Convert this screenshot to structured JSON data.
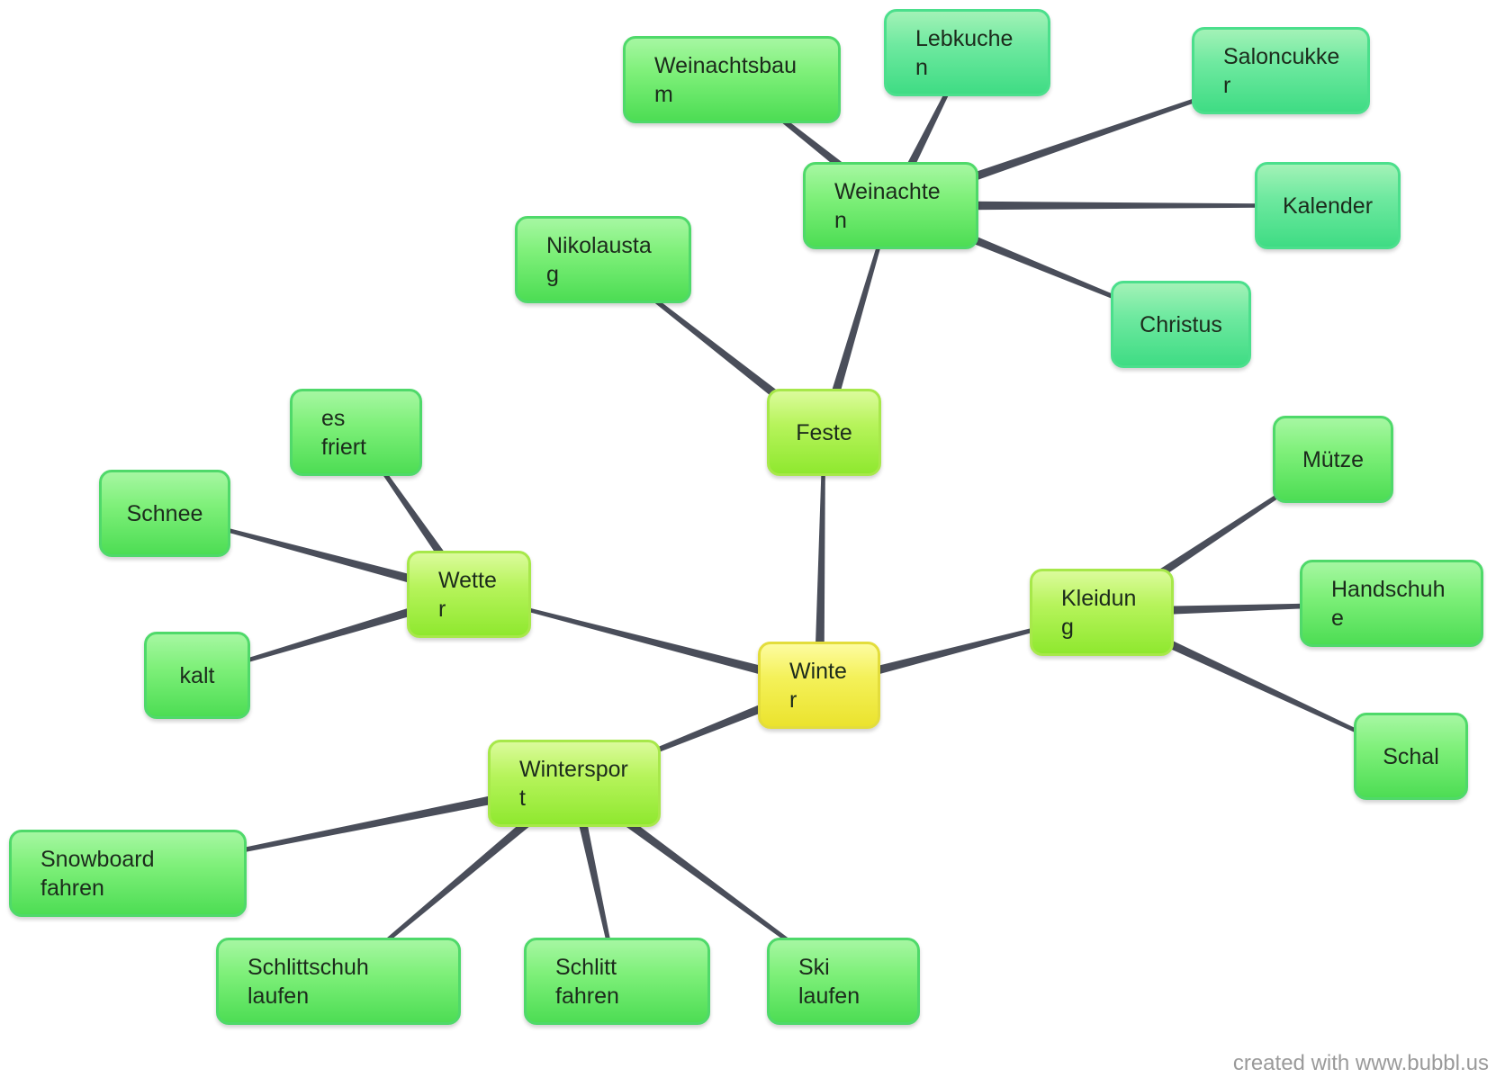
{
  "theme": {
    "edge_color": "#4a4e5a",
    "root_fill": [
      "#fdfca0",
      "#f4f15a",
      "#ebe32e"
    ],
    "root_border": "#e3dd3c",
    "branch_fill": [
      "#dcfb9c",
      "#b7f45c",
      "#8fe82f"
    ],
    "branch_border": "#a7e84a",
    "leaf_fill": [
      "#a6f7a2",
      "#7ff07a",
      "#4ddd54"
    ],
    "leaf_border": "#4fd96a",
    "teal_leaf_fill": [
      "#a3f2b7",
      "#6fe9a0",
      "#3fdc84"
    ],
    "teal_leaf_border": "#4bdf8c"
  },
  "nodes": [
    {
      "id": "winter",
      "kind": "root",
      "lines": [
        "Winte",
        "r"
      ]
    },
    {
      "id": "feste",
      "kind": "branch",
      "lines": [
        "Feste"
      ]
    },
    {
      "id": "wetter",
      "kind": "branch",
      "lines": [
        "Wette",
        "r"
      ]
    },
    {
      "id": "kleidung",
      "kind": "branch",
      "lines": [
        "Kleidun",
        "g"
      ]
    },
    {
      "id": "wintersport",
      "kind": "branch",
      "lines": [
        "Winterspor",
        "t"
      ]
    },
    {
      "id": "weinachten",
      "kind": "leaf",
      "lines": [
        "Weinachte",
        "n"
      ]
    },
    {
      "id": "nikolaustag",
      "kind": "leaf",
      "lines": [
        "Nikolausta",
        "g"
      ]
    },
    {
      "id": "weinachtsbaum",
      "kind": "leaf",
      "lines": [
        "Weinachtsbau",
        "m"
      ]
    },
    {
      "id": "lebkuchen",
      "kind": "teal",
      "lines": [
        "Lebkuche",
        "n"
      ]
    },
    {
      "id": "saloncukker",
      "kind": "teal",
      "lines": [
        "Saloncukke",
        "r"
      ]
    },
    {
      "id": "kalender",
      "kind": "teal",
      "lines": [
        "Kalender"
      ]
    },
    {
      "id": "christus",
      "kind": "teal",
      "lines": [
        "Christus"
      ]
    },
    {
      "id": "esfriert",
      "kind": "leaf",
      "lines": [
        "es",
        "friert"
      ]
    },
    {
      "id": "schnee",
      "kind": "leaf",
      "lines": [
        "Schnee"
      ]
    },
    {
      "id": "kalt",
      "kind": "leaf",
      "lines": [
        "kalt"
      ]
    },
    {
      "id": "muetze",
      "kind": "leaf",
      "lines": [
        "Mütze"
      ]
    },
    {
      "id": "handschuhe",
      "kind": "leaf",
      "lines": [
        "Handschuh",
        "e"
      ]
    },
    {
      "id": "schal",
      "kind": "leaf",
      "lines": [
        "Schal"
      ]
    },
    {
      "id": "snowboard",
      "kind": "leaf",
      "lines": [
        "Snowboard",
        "fahren"
      ]
    },
    {
      "id": "schlittschuh",
      "kind": "leaf",
      "lines": [
        "Schlittschuh",
        "laufen"
      ]
    },
    {
      "id": "schlitt",
      "kind": "leaf",
      "lines": [
        "Schlitt",
        "fahren"
      ]
    },
    {
      "id": "ski",
      "kind": "leaf",
      "lines": [
        "Ski",
        "laufen"
      ]
    }
  ],
  "edges": [
    [
      "winter",
      "feste"
    ],
    [
      "winter",
      "wetter"
    ],
    [
      "winter",
      "kleidung"
    ],
    [
      "winter",
      "wintersport"
    ],
    [
      "feste",
      "weinachten"
    ],
    [
      "feste",
      "nikolaustag"
    ],
    [
      "weinachten",
      "weinachtsbaum"
    ],
    [
      "weinachten",
      "lebkuchen"
    ],
    [
      "weinachten",
      "saloncukker"
    ],
    [
      "weinachten",
      "kalender"
    ],
    [
      "weinachten",
      "christus"
    ],
    [
      "wetter",
      "esfriert"
    ],
    [
      "wetter",
      "schnee"
    ],
    [
      "wetter",
      "kalt"
    ],
    [
      "kleidung",
      "muetze"
    ],
    [
      "kleidung",
      "handschuhe"
    ],
    [
      "kleidung",
      "schal"
    ],
    [
      "wintersport",
      "snowboard"
    ],
    [
      "wintersport",
      "schlittschuh"
    ],
    [
      "wintersport",
      "schlitt"
    ],
    [
      "wintersport",
      "ski"
    ]
  ],
  "footer": {
    "credit": "created with www.bubbl.us"
  }
}
